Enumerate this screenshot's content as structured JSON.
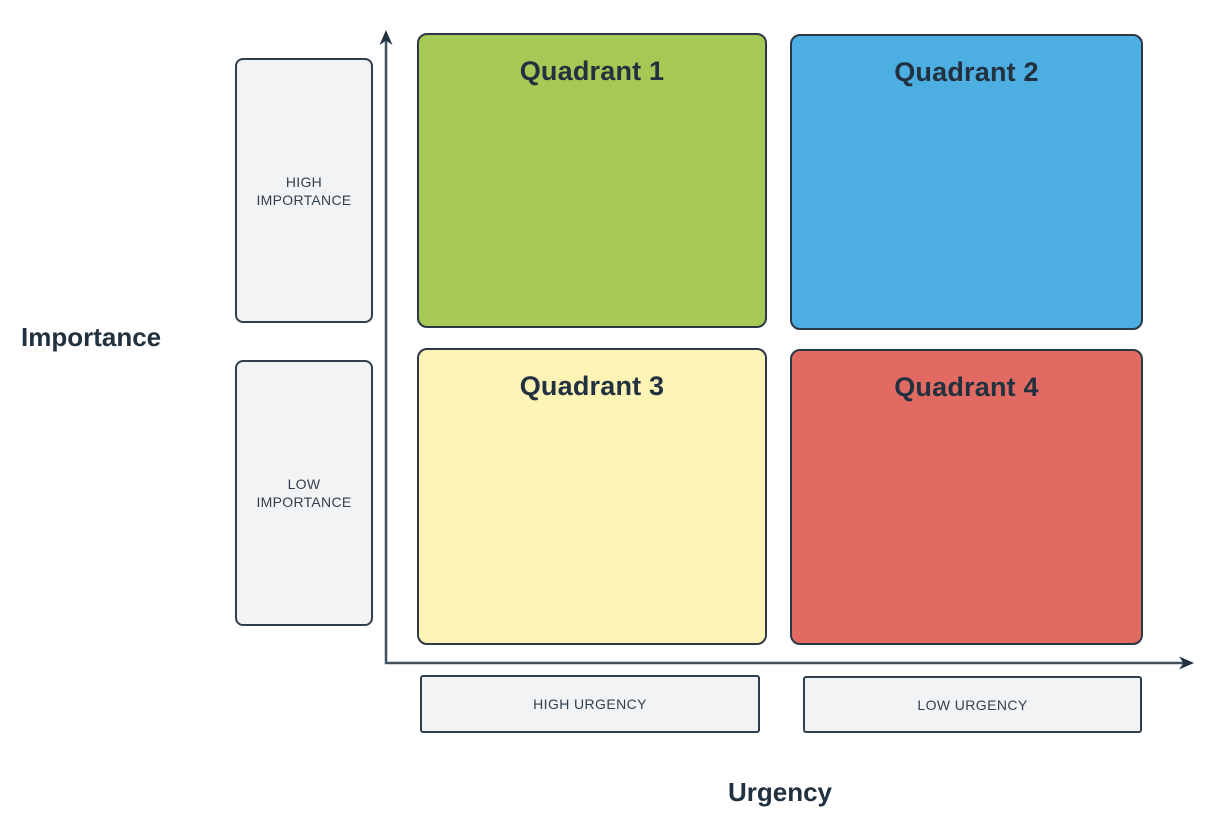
{
  "matrix": {
    "quadrants": [
      {
        "label": "Quadrant 1",
        "color": "#a6c854"
      },
      {
        "label": "Quadrant 2",
        "color": "#4daee1"
      },
      {
        "label": "Quadrant 3",
        "color": "#fdf3b4"
      },
      {
        "label": "Quadrant 4",
        "color": "#e16b62"
      }
    ]
  },
  "y_axis": {
    "label": "Importance",
    "categories": [
      "HIGH IMPORTANCE",
      "LOW IMPORTANCE"
    ]
  },
  "x_axis": {
    "label": "Urgency",
    "categories": [
      "HIGH URGENCY",
      "LOW URGENCY"
    ]
  },
  "colors": {
    "quadrant_border": "#2b3947",
    "category_box_fill": "#f2f3f5",
    "category_box_border": "#313f4c",
    "axis_line": "#42505c",
    "text": "#22313f",
    "background": "#ffffff"
  }
}
